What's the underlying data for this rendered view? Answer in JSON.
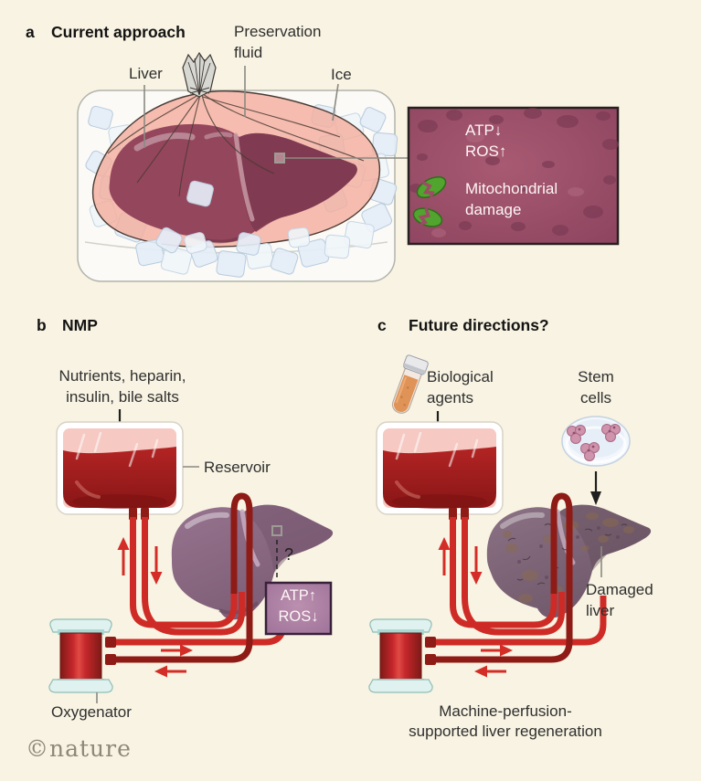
{
  "panel_a": {
    "label": "a",
    "title": "Current approach",
    "preservation_line1": "Preservation",
    "preservation_line2": "fluid",
    "liver_label": "Liver",
    "ice_label": "Ice",
    "inset": {
      "atp": "ATP↓",
      "ros": "ROS↑",
      "mito_line1": "Mitochondrial",
      "mito_line2": "damage"
    }
  },
  "panel_b": {
    "label": "b",
    "title": "NMP",
    "nutrients_line1": "Nutrients, heparin,",
    "nutrients_line2": "insulin, bile salts",
    "reservoir_label": "Reservoir",
    "question_mark": "?",
    "inset": {
      "atp": "ATP↑",
      "ros": "ROS↓"
    },
    "oxygenator_label": "Oxygenator"
  },
  "panel_c": {
    "label": "c",
    "title": "Future directions?",
    "biological_line1": "Biological",
    "biological_line2": "agents",
    "stem_line1": "Stem",
    "stem_line2": "cells",
    "damaged_line1": "Damaged",
    "damaged_line2": "liver",
    "caption_line1": "Machine-perfusion-",
    "caption_line2": "supported liver regeneration"
  },
  "branding": {
    "logo": "©nature"
  },
  "colors": {
    "background": "#f8f3e2",
    "inset_a_bg": "#9c4c64",
    "inset_b_bg": "#ab7da0",
    "tube_bright": "#cf2b26",
    "tube_dark": "#8e1b15",
    "blood": "#a11d1d",
    "bag_pink": "#f3ae9f",
    "liver_a": "#94465c",
    "liver_b": "#8c6b86",
    "liver_damaged": "#846d7e",
    "mitochondria_green": "#51a42e",
    "ice_blue": "#e4edf6",
    "oxygenator_teal": "#dff2ef"
  }
}
